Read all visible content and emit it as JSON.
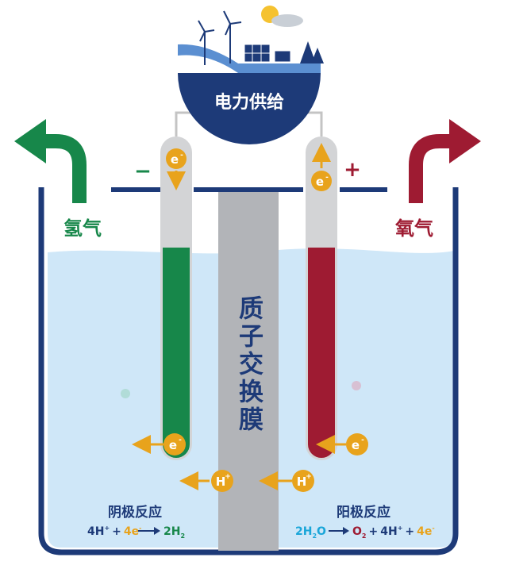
{
  "power_supply": {
    "label": "电力供给"
  },
  "electrodes": {
    "cathode_sign": "−",
    "anode_sign": "+",
    "cathode_gas": "氢气",
    "anode_gas": "氧气"
  },
  "membrane": {
    "label": "质子交换膜"
  },
  "particles": {
    "electron": "e",
    "electron_sup": "-",
    "proton": "H",
    "proton_sup": "+"
  },
  "reactions": {
    "cathode": {
      "title": "阴极反应",
      "lhs_a": "4H",
      "lhs_a_sup": "+",
      "plus": "+",
      "lhs_b": "4e",
      "lhs_b_sup": "-",
      "rhs_coef": "2H",
      "rhs_sub": "2"
    },
    "anode": {
      "title": "阳极反应",
      "lhs": "2H",
      "lhs_sub": "2",
      "lhs_tail": "O",
      "rhs_o": "O",
      "rhs_o_sub": "2",
      "plus1": "+",
      "rhs_h": "4H",
      "rhs_h_sup": "+",
      "plus2": "+",
      "rhs_e": "4e",
      "rhs_e_sup": "-"
    }
  },
  "colors": {
    "navy": "#1d3a78",
    "green": "#17874a",
    "red": "#9e1b32",
    "orange": "#e8a31c",
    "water": "#cfe7f8",
    "membrane": "#b2b4b8",
    "electrode_gray": "#d3d4d6",
    "cyan": "#1aa6d9"
  }
}
